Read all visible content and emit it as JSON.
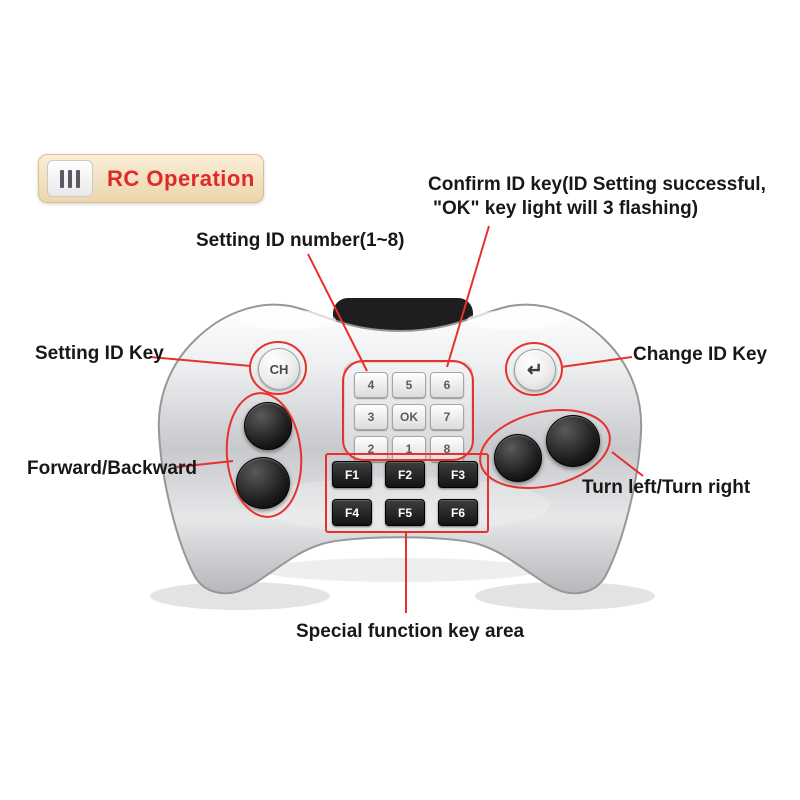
{
  "badge": {
    "label": "RC Operation"
  },
  "annotations": {
    "confirm_id_key_line1": "Confirm ID key(ID Setting successful,",
    "confirm_id_key_line2": "\"OK\" key light will 3 flashing)",
    "setting_id_number": "Setting ID number(1~8)",
    "setting_id_key": "Setting ID Key",
    "change_id_key": "Change ID Key",
    "forward_backward": "Forward/Backward",
    "turn_left_right": "Turn left/Turn right",
    "special_function": "Special function key area"
  },
  "controller": {
    "ch_button_label": "CH",
    "enter_button_icon": "↵",
    "keypad_rows": [
      [
        "4",
        "5",
        "6"
      ],
      [
        "3",
        "OK",
        "7"
      ],
      [
        "2",
        "1",
        "8"
      ]
    ],
    "function_keys": [
      [
        "F1",
        "F2",
        "F3"
      ],
      [
        "F4",
        "F5",
        "F6"
      ]
    ]
  },
  "colors": {
    "annotation_red": "#e8302e",
    "badge_text_red": "#e02a2a"
  }
}
